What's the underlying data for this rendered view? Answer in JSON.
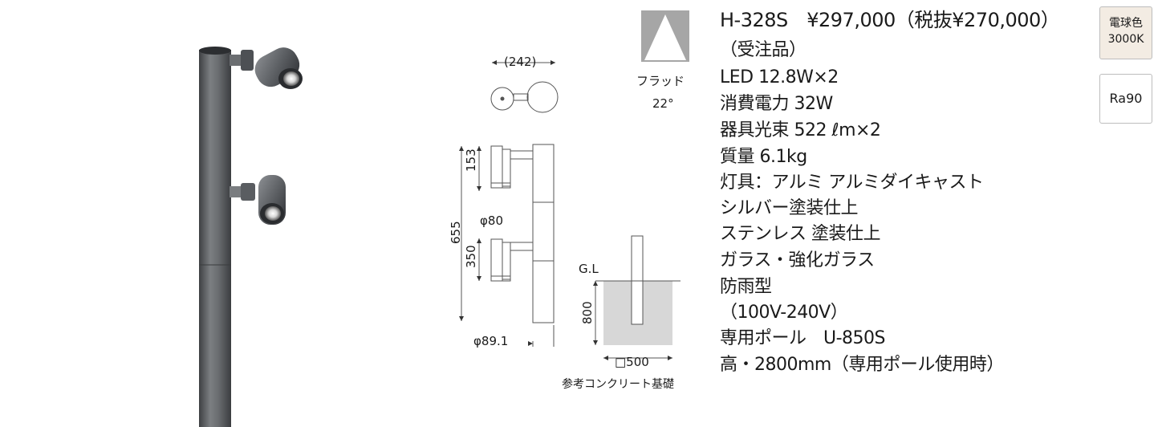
{
  "beam": {
    "label": "フラッド",
    "angle": "22°"
  },
  "dimensions": {
    "top_width": "(242)",
    "head_height": "153",
    "head_diameter": "φ80",
    "total_height": "655",
    "lower_height": "350",
    "pole_diameter": "φ89.1",
    "ground_label": "G.L",
    "depth": "800",
    "foundation_size": "□500",
    "foundation_caption": "参考コンクリート基礎"
  },
  "spec": {
    "lines": [
      "H-328S　¥297,000（税抜¥270,000）",
      "（受注品）",
      "LED 12.8W×2",
      "消費電力 32W",
      "器具光束 522 ℓm×2",
      "質量 6.1kg",
      "灯具：アルミ アルミダイキャスト",
      "シルバー塗装仕上",
      "ステンレス 塗装仕上",
      "ガラス・強化ガラス",
      "防雨型",
      "（100V-240V）",
      "専用ポール　U-850S",
      "高・2800mm（専用ポール使用時）"
    ]
  },
  "badges": {
    "color_temp_line1": "電球色",
    "color_temp_line2": "3000K",
    "ra": "Ra90"
  },
  "colors": {
    "pole": "#5f6163",
    "badge_fill": "#f3ece3"
  }
}
